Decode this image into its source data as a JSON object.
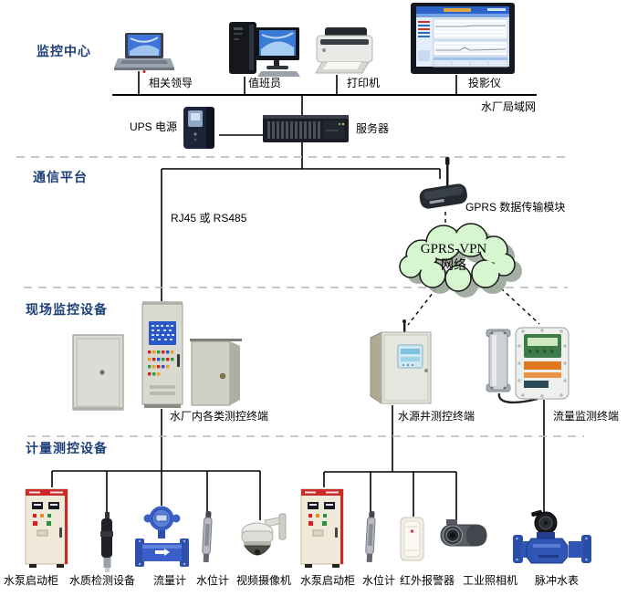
{
  "sections": {
    "monitoring_center": "监控中心",
    "communication_platform": "通信平台",
    "field_monitoring": "现场监控设备",
    "metering_devices": "计量测控设备"
  },
  "labels": {
    "laptop": "相关领导",
    "desktop": "值班员",
    "printer": "打印机",
    "projector": "投影仪",
    "lan": "水厂局域网",
    "ups": "UPS 电源",
    "server": "服务器",
    "link_type": "RJ45 或 RS485",
    "gprs_module": "GPRS 数据传输模块",
    "plant_terminals": "水厂内各类测控终端",
    "well_terminal": "水源井测控终端",
    "flow_terminal": "流量监测终端",
    "pump_cabinet_left": "水泵启动柜",
    "water_quality": "水质检测设备",
    "flow_meter": "流量计",
    "level_gauge_left": "水位计",
    "video_camera": "视频摄像机",
    "pump_cabinet_right": "水泵启动柜",
    "level_gauge_right": "水位计",
    "ir_alarm": "红外报警器",
    "industrial_camera": "工业照相机",
    "pulse_meter": "脉冲水表"
  },
  "cloud": {
    "line1": "GPRS-VPN",
    "line2": "网络"
  },
  "colors": {
    "section_label": "#1d3f77",
    "cloud_fill": "#d6f6d0",
    "separator_dash": "#b5b5b5",
    "pump_cabinet_red": "#cc2a28",
    "flowmeter_blue": "#3a5fc8",
    "screen_blue": "#2c63c8"
  }
}
